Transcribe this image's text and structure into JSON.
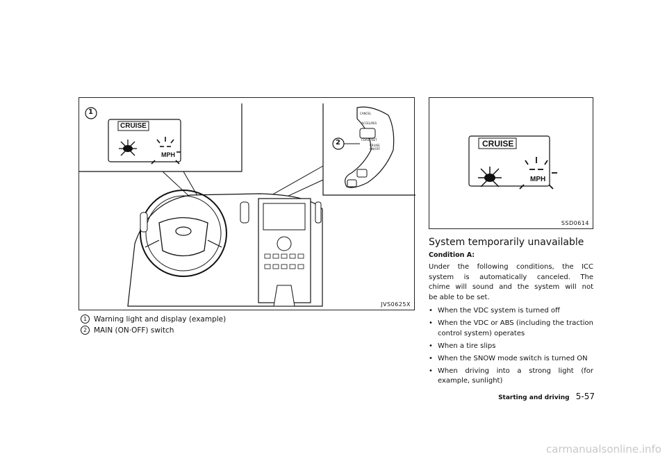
{
  "figure_left": {
    "code": "JVS0625X",
    "callout_1": "1",
    "callout_2": "2",
    "display_cruise": "CRUISE",
    "display_mph": "MPH",
    "switch_labels": [
      "CANCEL",
      "ACCEL/RES",
      "COAST/SET",
      "CRUISE ON/OFF"
    ]
  },
  "captions": [
    {
      "num": "1",
      "text": "Warning light and display (example)"
    },
    {
      "num": "2",
      "text": "MAIN (ON·OFF) switch"
    }
  ],
  "figure_right": {
    "code": "SSD0614",
    "display_cruise": "CRUISE",
    "display_mph": "MPH"
  },
  "section": {
    "heading": "System temporarily unavailable",
    "subheading": "Condition A:",
    "paragraph_lines": [
      "Under the following conditions, the ICC",
      "system is automatically canceled. The",
      "chime will sound and the system will not"
    ],
    "paragraph_last": "be able to be set.",
    "bullets": [
      "When the VDC system is turned off",
      "When the VDC or ABS (including the traction control system) operates",
      "When a tire slips",
      "When the SNOW mode switch is turned ON",
      "When driving into a strong light (for example, sunlight)"
    ]
  },
  "footer": {
    "section_name": "Starting and driving",
    "page_number": "5-57"
  },
  "watermark": "carmanualsonline.info"
}
